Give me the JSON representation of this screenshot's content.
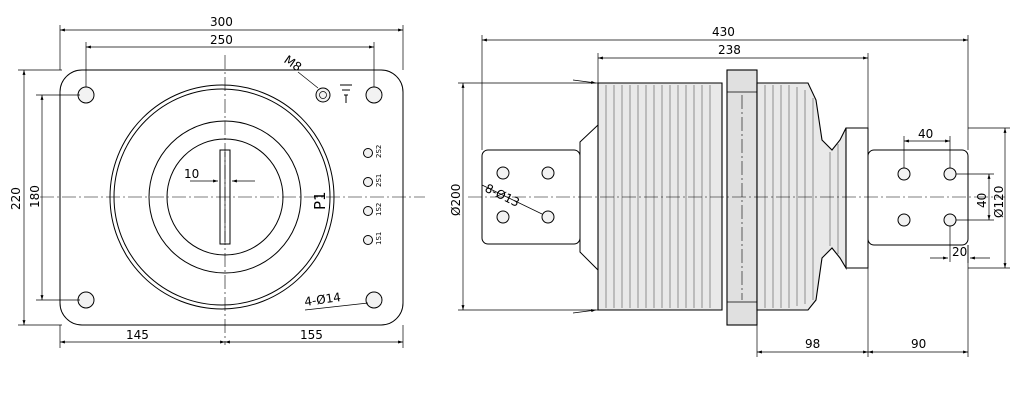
{
  "front_view": {
    "dims": {
      "width_outer": "300",
      "width_holes": "250",
      "height_outer": "220",
      "height_holes": "180",
      "left_part": "145",
      "right_part": "155",
      "slot": "10"
    },
    "labels": {
      "bolt": "M8",
      "holes": "4-Ø14",
      "primary": "P1",
      "terminals": [
        "2S2",
        "2S1",
        "1S2",
        "1S1"
      ]
    }
  },
  "side_view": {
    "dims": {
      "length": "430",
      "body": "238",
      "diameter": "Ø200",
      "terminal_holes": "8-Ø13",
      "hole_spacing": "40",
      "hole_spacing_v": "40",
      "terminal_diameter": "Ø120",
      "edge": "20",
      "seg_a": "98",
      "seg_b": "90"
    }
  }
}
